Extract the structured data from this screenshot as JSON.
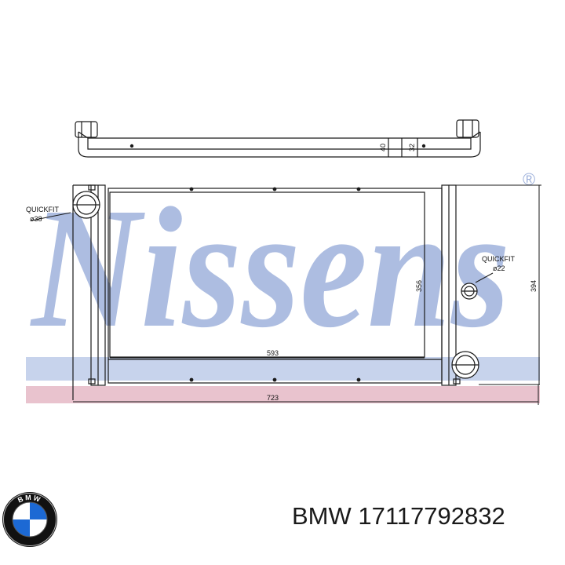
{
  "drawing": {
    "watermark": "Nissens",
    "watermark_mark": "®",
    "watermark_color": "#9fb2dc",
    "band_blue": "#c7d3ec",
    "band_pink": "#e9c3ce",
    "line_color": "#1a1a1a",
    "dimensions": {
      "top_height": "40",
      "top_depth": "32",
      "core_height": "356",
      "core_width": "593",
      "overall_width": "723",
      "overall_height": "394"
    },
    "annotations": {
      "left_label": "QUICKFIT",
      "left_size": "ø38",
      "right_label": "QUICKFIT",
      "right_size": "ø22"
    }
  },
  "logo": {
    "text": "BMW",
    "blue": "#1c69d4",
    "ring": "#111111"
  },
  "caption": "BMW 17117792832"
}
